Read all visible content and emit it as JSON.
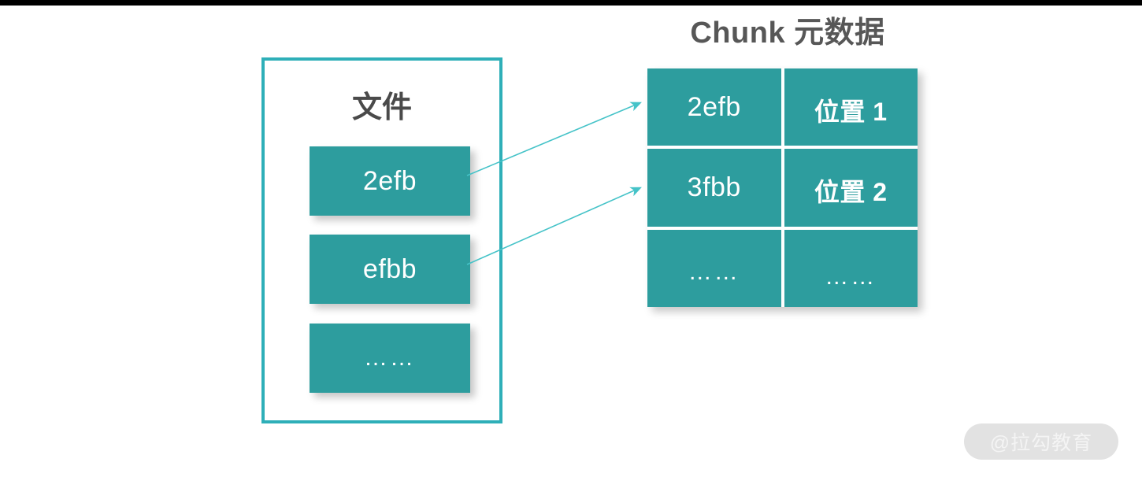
{
  "page": {
    "background_color": "#ffffff",
    "top_band_color": "#000000",
    "accent_teal": "#2D9D9E",
    "border_teal": "#2EAFB8",
    "arrow_color": "#45C3C8",
    "heading_color": "#575757"
  },
  "heading": {
    "text": "Chunk 元数据"
  },
  "file_panel": {
    "title": "文件",
    "chunks": [
      {
        "label": "2efb"
      },
      {
        "label": "efbb"
      },
      {
        "label": "……"
      }
    ]
  },
  "meta_table": {
    "rows": [
      {
        "chunk_id": "2efb",
        "location": "位置 1"
      },
      {
        "chunk_id": "3fbb",
        "location": "位置 2"
      },
      {
        "chunk_id": "……",
        "location": "……"
      }
    ]
  },
  "arrows": [
    {
      "from": "file-chunk-2efb",
      "to": "meta-row-1",
      "direction": "up-right"
    },
    {
      "from": "file-chunk-efbb",
      "to": "meta-row-2",
      "direction": "up-right"
    }
  ],
  "watermark": {
    "text": "@拉勾教育"
  }
}
